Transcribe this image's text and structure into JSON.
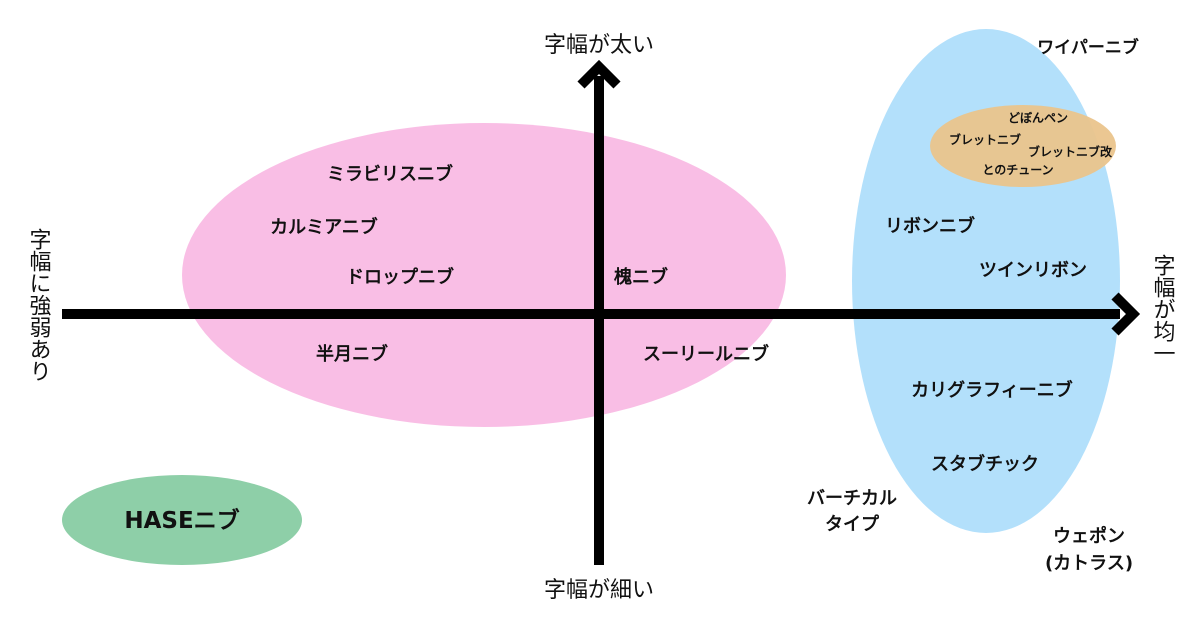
{
  "axes": {
    "top": "字幅が太い",
    "bottom": "字幅が細い",
    "left": "字幅に強弱あり",
    "right": "字幅が均一"
  },
  "colors": {
    "pink_ellipse": "#f7a8dc",
    "blue_ellipse": "#a9dcfb",
    "orange_ellipse": "#eac48c",
    "green_ellipse": "#8ecfa8",
    "axis": "#000000"
  },
  "nibs": {
    "mirabiris": "ミラビリスニブ",
    "calmia": "カルミアニブ",
    "drop": "ドロップニブ",
    "kakuni": "槐ニブ",
    "hangetsu": "半月ニブ",
    "sliril": "スーリールニブ",
    "wiper": "ワイパーニブ",
    "dobonpen": "どぼんペン",
    "bullet": "ブレットニブ",
    "bullet_kai": "ブレットニブ改",
    "tono_tune": "とのチューン",
    "ribbon": "リボンニブ",
    "twin_ribbon": "ツインリボン",
    "calligraphy": "カリグラフィーニブ",
    "stubchick": "スタブチック",
    "vertical_line1": "バーチカル",
    "vertical_line2": "タイプ",
    "weapon_line1": "ウェポン",
    "weapon_line2": "(カトラス)",
    "hase": "HASEニブ"
  }
}
